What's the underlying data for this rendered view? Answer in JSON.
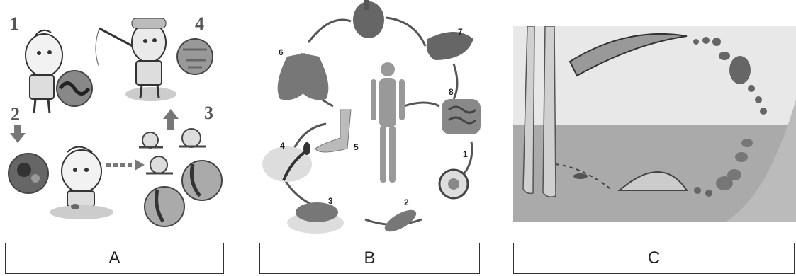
{
  "panels": [
    {
      "caption": "A",
      "step_numbers": [
        "1",
        "2",
        "3",
        "4"
      ]
    },
    {
      "caption": "B",
      "step_numbers": [
        "1",
        "2",
        "3",
        "4",
        "5",
        "6",
        "7",
        "8"
      ]
    },
    {
      "caption": "C"
    }
  ]
}
